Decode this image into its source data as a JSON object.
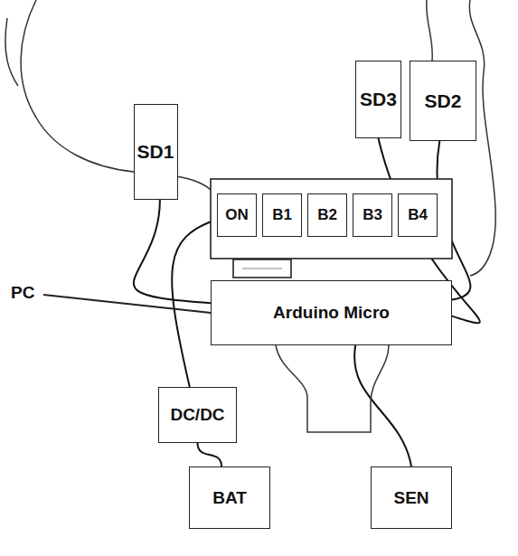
{
  "diagram": {
    "nodes": [
      {
        "text": [
          "SD1"
        ]
      },
      {
        "text": [
          "SD3"
        ]
      },
      {
        "text": [
          "SD2"
        ]
      },
      {
        "text": [
          "ON"
        ]
      },
      {
        "text": [
          "B1"
        ]
      },
      {
        "text": [
          "B2"
        ]
      },
      {
        "text": [
          "B3"
        ]
      },
      {
        "text": [
          "B4"
        ]
      },
      {
        "text": [
          "Arduino Micro"
        ]
      },
      {
        "text": [
          "DC/DC"
        ]
      },
      {
        "text": [
          "BAT"
        ]
      },
      {
        "text": [
          "SEN"
        ]
      }
    ],
    "edges": [
      {
        "from": 0,
        "to": 8,
        "arrow": "none"
      },
      {
        "from": 1,
        "to": 8,
        "arrow": "none"
      },
      {
        "from": 2,
        "to": 8,
        "arrow": "none"
      },
      {
        "from": 9,
        "to": 3,
        "arrow": "none"
      },
      {
        "from": 10,
        "to": 9,
        "arrow": "none"
      },
      {
        "from": 11,
        "to": 8,
        "arrow": "none"
      }
    ],
    "labels": [
      "PC"
    ]
  }
}
